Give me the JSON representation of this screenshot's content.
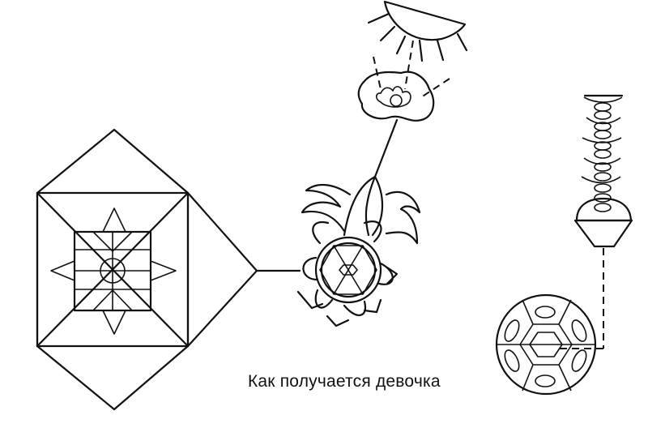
{
  "caption": "Как получается девочка",
  "figures": [
    {
      "name": "square-mandala",
      "description": "nested squares with star and circle"
    },
    {
      "name": "flower-bud",
      "description": "flower with hexagon center and leaves"
    },
    {
      "name": "sun-half",
      "description": "half sun emitting arrows"
    },
    {
      "name": "cloud-flower",
      "description": "small flower inside a cloud"
    },
    {
      "name": "spine-column",
      "description": "stacked coil/spine segments on a cone"
    },
    {
      "name": "hexagon-ball",
      "description": "circle with hexagon and ovals"
    }
  ],
  "colors": {
    "ink": "#111111",
    "paper": "#ffffff"
  }
}
